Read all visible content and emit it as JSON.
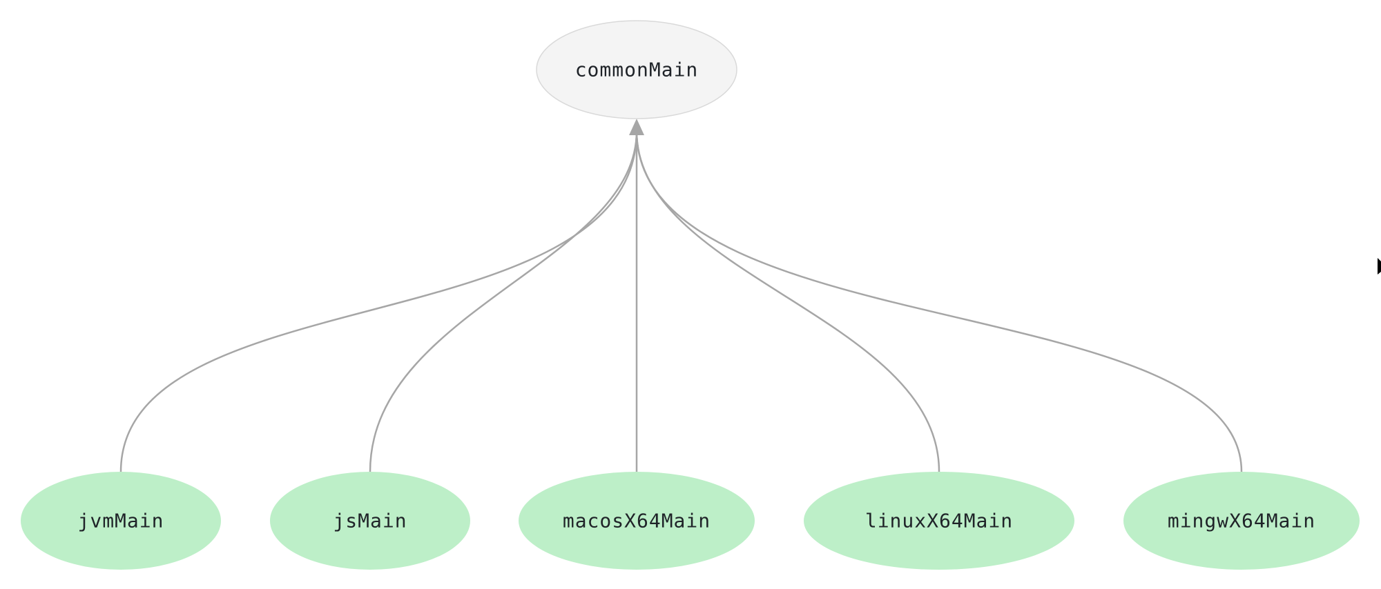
{
  "diagram": {
    "root": {
      "label": "commonMain",
      "fill": "#f4f4f4",
      "stroke": "#d9d9d9"
    },
    "children": [
      {
        "label": "jvmMain",
        "fill": "#bdefc8"
      },
      {
        "label": "jsMain",
        "fill": "#bdefc8"
      },
      {
        "label": "macosX64Main",
        "fill": "#bdefc8"
      },
      {
        "label": "linuxX64Main",
        "fill": "#bdefc8"
      },
      {
        "label": "mingwX64Main",
        "fill": "#bdefc8"
      }
    ],
    "edge_color": "#a6a6a6",
    "arrow_color": "#a6a6a6"
  }
}
